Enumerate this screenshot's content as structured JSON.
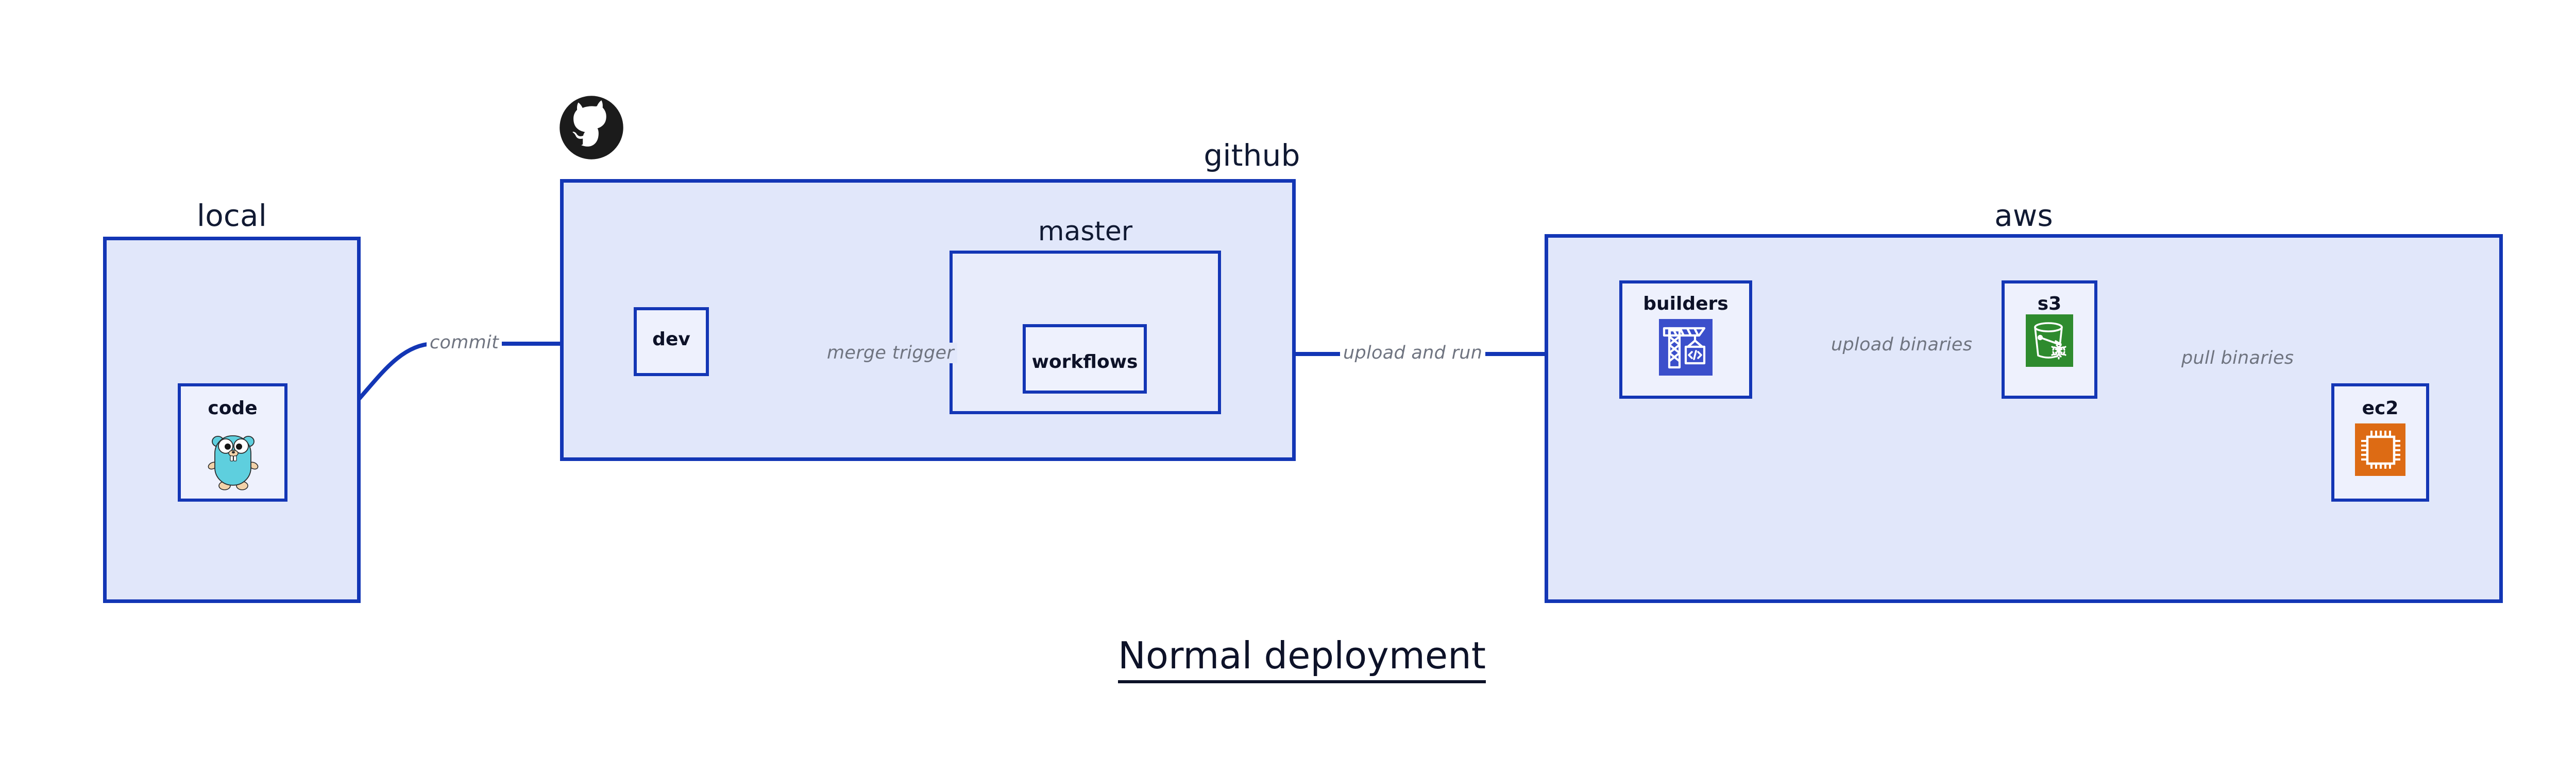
{
  "diagram": {
    "title": "Normal deployment",
    "colors": {
      "stroke": "#1336b5",
      "zone_fill": "#e1e7fa",
      "subzone_fill": "#e8ecfb",
      "node_fill": "#eef1fd",
      "label_text": "#6f7480",
      "title_text": "#0d1228",
      "builders_icon_bg": "#3b4fcb",
      "s3_icon_bg": "#2e8b2e",
      "ec2_icon_bg": "#dd6b14",
      "gopher_body": "#5ecfde",
      "github_logo": "#1b1b1b"
    }
  },
  "zones": {
    "local": {
      "label": "local"
    },
    "github": {
      "label": "github",
      "logo": "github-octocat-logo"
    },
    "aws": {
      "label": "aws"
    }
  },
  "subzones": {
    "master": {
      "label": "master"
    }
  },
  "nodes": {
    "code": {
      "label": "code",
      "icon": "go-gopher-icon"
    },
    "dev": {
      "label": "dev",
      "icon": null
    },
    "workflows": {
      "label": "workflows",
      "icon": null
    },
    "builders": {
      "label": "builders",
      "icon": "aws-codebuild-crane-icon"
    },
    "s3": {
      "label": "s3",
      "icon": "aws-s3-bucket-glacier-icon"
    },
    "ec2": {
      "label": "ec2",
      "icon": "aws-ec2-chip-icon"
    }
  },
  "edges": [
    {
      "id": "commit",
      "label": "commit",
      "from": "code",
      "to": "dev"
    },
    {
      "id": "merge-trigger",
      "label": "merge trigger",
      "from": "dev",
      "to": "workflows"
    },
    {
      "id": "upload-run",
      "label": "upload and run",
      "from": "workflows",
      "to": "builders"
    },
    {
      "id": "upload-bin",
      "label": "upload binaries",
      "from": "builders",
      "to": "s3"
    },
    {
      "id": "pull-bin",
      "label": "pull binaries",
      "from": "s3",
      "to": "ec2"
    }
  ]
}
